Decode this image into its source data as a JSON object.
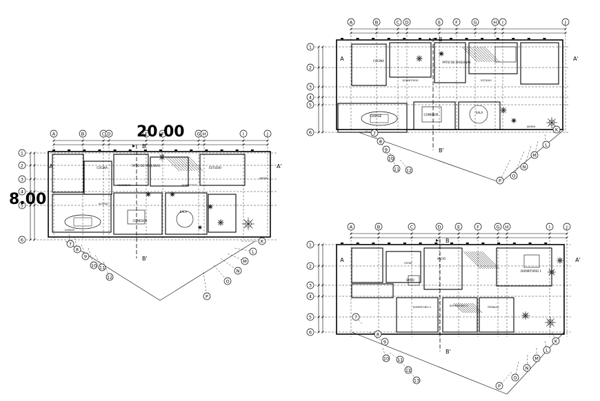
{
  "plans": [
    {
      "id": "left",
      "grid_cols": [
        "A",
        "B",
        "C",
        "D",
        "E",
        "F",
        "G",
        "H",
        "I",
        "J"
      ],
      "grid_rows": [
        "1",
        "2",
        "3",
        "4",
        "5",
        "6"
      ],
      "diag_left": [
        "7",
        "8",
        "9",
        "10",
        "11",
        "12"
      ],
      "diag_right": [
        "K",
        "L",
        "M",
        "N",
        "O",
        "P"
      ],
      "dim_width": "20.00",
      "dim_height": "8.00",
      "section_a": "A",
      "section_a2": "A'",
      "section_b": "B",
      "section_b2": "B'",
      "rooms": [
        "COCINA",
        "PATIO DE MAQUINAS",
        "ESTUDIO",
        "COMEDOR",
        "SALA",
        "GARAGE",
        "RECIBIDOR",
        "DORMITORIO",
        "JARDIN",
        "ACCESO"
      ]
    },
    {
      "id": "top-right",
      "grid_cols": [
        "A",
        "B",
        "C",
        "D",
        "E",
        "F",
        "G",
        "H",
        "I",
        "J"
      ],
      "grid_rows": [
        "1",
        "2",
        "3",
        "4",
        "5",
        "6"
      ],
      "diag_left": [
        "7",
        "8",
        "9",
        "10",
        "11",
        "12"
      ],
      "diag_right": [
        "K",
        "L",
        "M",
        "N",
        "O",
        "P"
      ],
      "section_a": "A",
      "section_a2": "A'",
      "section_b": "B",
      "section_b2": "B'",
      "rooms": [
        "COCINA",
        "PATIO DE MAQUINAS",
        "ESTUDIO",
        "COMEDOR",
        "SALA",
        "GARAGE",
        "DORMITORIO",
        "JARDIN"
      ]
    },
    {
      "id": "bottom-right",
      "grid_cols": [
        "A",
        "B",
        "C",
        "D",
        "E",
        "F",
        "G",
        "H",
        "I",
        "J"
      ],
      "grid_rows": [
        "1",
        "2",
        "3",
        "4",
        "5",
        "6"
      ],
      "diag_left": [
        "7",
        "8",
        "9",
        "10",
        "11",
        "12",
        "13"
      ],
      "diag_right": [
        "K",
        "L",
        "M",
        "N",
        "O",
        "P"
      ],
      "section_a": "A",
      "section_a2": "A'",
      "section_b": "B",
      "section_b2": "B'",
      "rooms": [
        "BAÑO",
        "VACIO",
        "DORMITORIO 1",
        "DORMITORIO 2",
        "DORMITORIO 3",
        "TERRAZA",
        "ESTAR"
      ]
    }
  ]
}
